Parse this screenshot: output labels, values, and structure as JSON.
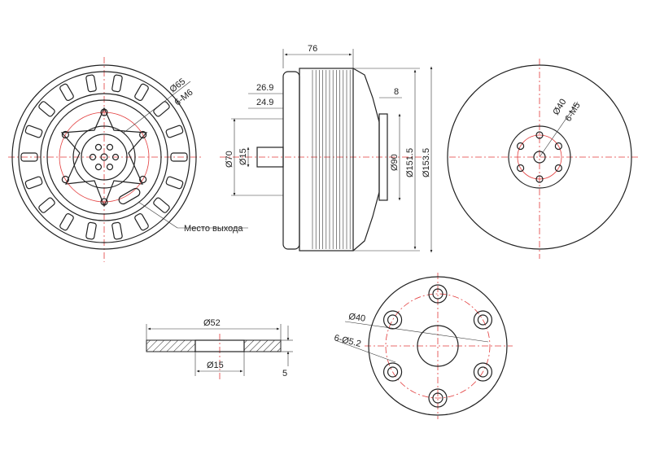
{
  "colors": {
    "line": "#222222",
    "centerline": "#e23b3b",
    "background": "#ffffff"
  },
  "front_view": {
    "dim_outer": "Ø65",
    "dim_threads": "6-M6",
    "exit_label": "Место выхода"
  },
  "side_view": {
    "dim_length": "76",
    "dim_shaft_a": "26.9",
    "dim_shaft_b": "24.9",
    "dim_flange_depth": "8",
    "dim_d70": "Ø70",
    "dim_d15": "Ø15",
    "dim_d90": "Ø90",
    "dim_d151": "Ø151.5",
    "dim_d153": "Ø153.5"
  },
  "rear_view": {
    "dim_pcd": "Ø40",
    "dim_threads": "6-M5"
  },
  "adapter_section": {
    "dim_outer": "Ø52",
    "dim_bore": "Ø15",
    "dim_thickness": "5"
  },
  "adapter_plan": {
    "dim_pcd": "Ø40",
    "dim_holes": "6-Ø5.2"
  }
}
